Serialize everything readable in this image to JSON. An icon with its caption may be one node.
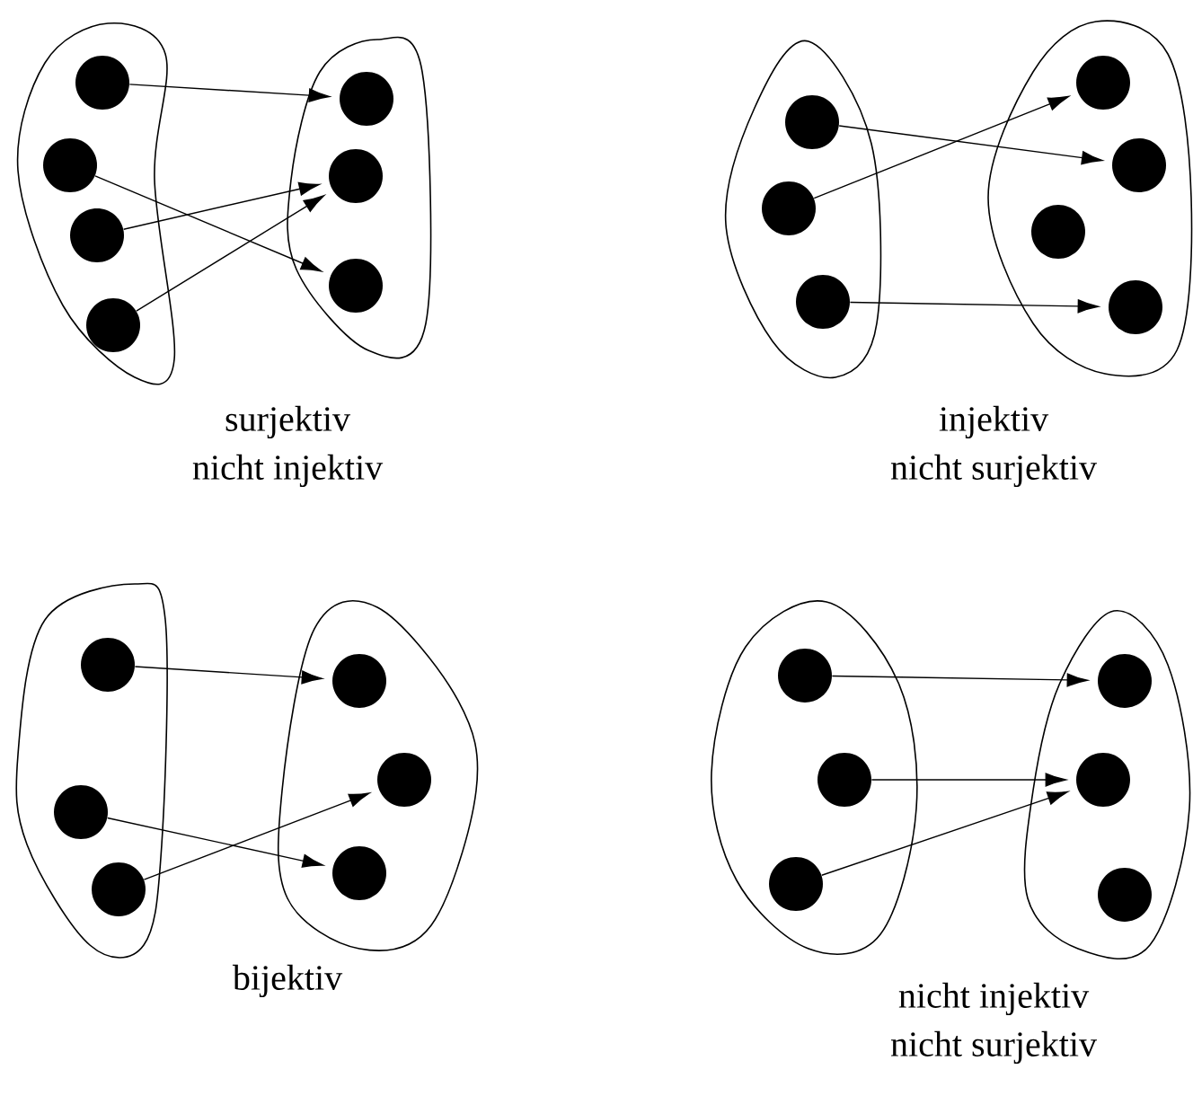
{
  "diagram": {
    "nodes": [
      {
        "text": [],
        "shape": "oval"
      },
      {
        "text": [],
        "shape": "circle",
        "in": 0
      },
      {
        "text": [],
        "shape": "circle",
        "in": 0
      },
      {
        "text": [],
        "shape": "circle",
        "in": 0
      },
      {
        "text": [],
        "shape": "circle",
        "in": 0
      },
      {
        "text": [],
        "shape": "oval"
      },
      {
        "text": [],
        "shape": "circle",
        "in": 5
      },
      {
        "text": [],
        "shape": "circle",
        "in": 5
      },
      {
        "text": [],
        "shape": "circle",
        "in": 5
      },
      {
        "text": [],
        "shape": "oval"
      },
      {
        "text": [],
        "shape": "circle",
        "in": 9
      },
      {
        "text": [],
        "shape": "circle",
        "in": 9
      },
      {
        "text": [],
        "shape": "circle",
        "in": 9
      },
      {
        "text": [],
        "shape": "oval"
      },
      {
        "text": [],
        "shape": "circle",
        "in": 13
      },
      {
        "text": [],
        "shape": "circle",
        "in": 13
      },
      {
        "text": [],
        "shape": "circle",
        "in": 13
      },
      {
        "text": [],
        "shape": "circle",
        "in": 13
      },
      {
        "text": [],
        "shape": "oval"
      },
      {
        "text": [],
        "shape": "circle",
        "in": 18
      },
      {
        "text": [],
        "shape": "circle",
        "in": 18
      },
      {
        "text": [],
        "shape": "circle",
        "in": 18
      },
      {
        "text": [],
        "shape": "oval"
      },
      {
        "text": [],
        "shape": "circle",
        "in": 22
      },
      {
        "text": [],
        "shape": "circle",
        "in": 22
      },
      {
        "text": [],
        "shape": "circle",
        "in": 22
      },
      {
        "text": [],
        "shape": "oval"
      },
      {
        "text": [],
        "shape": "circle",
        "in": 26
      },
      {
        "text": [],
        "shape": "circle",
        "in": 26
      },
      {
        "text": [],
        "shape": "circle",
        "in": 26
      },
      {
        "text": [],
        "shape": "oval"
      },
      {
        "text": [],
        "shape": "circle",
        "in": 30
      },
      {
        "text": [],
        "shape": "circle",
        "in": 30
      },
      {
        "text": [],
        "shape": "circle",
        "in": 30
      }
    ],
    "edges": [
      {
        "from": 1,
        "to": 6,
        "arrow": "to"
      },
      {
        "from": 2,
        "to": 8,
        "arrow": "to"
      },
      {
        "from": 3,
        "to": 7,
        "arrow": "to"
      },
      {
        "from": 4,
        "to": 7,
        "arrow": "to"
      },
      {
        "from": 10,
        "to": 15,
        "arrow": "to"
      },
      {
        "from": 11,
        "to": 14,
        "arrow": "to"
      },
      {
        "from": 12,
        "to": 17,
        "arrow": "to"
      },
      {
        "from": 19,
        "to": 23,
        "arrow": "to"
      },
      {
        "from": 20,
        "to": 25,
        "arrow": "to"
      },
      {
        "from": 21,
        "to": 24,
        "arrow": "to"
      },
      {
        "from": 27,
        "to": 31,
        "arrow": "to"
      },
      {
        "from": 28,
        "to": 32,
        "arrow": "to"
      },
      {
        "from": 29,
        "to": 32,
        "arrow": "to"
      }
    ],
    "labels": [
      "surjektiv",
      "nicht injektiv",
      "injektiv",
      "nicht surjektiv",
      "bijektiv",
      "nicht injektiv",
      "nicht surjektiv"
    ]
  }
}
